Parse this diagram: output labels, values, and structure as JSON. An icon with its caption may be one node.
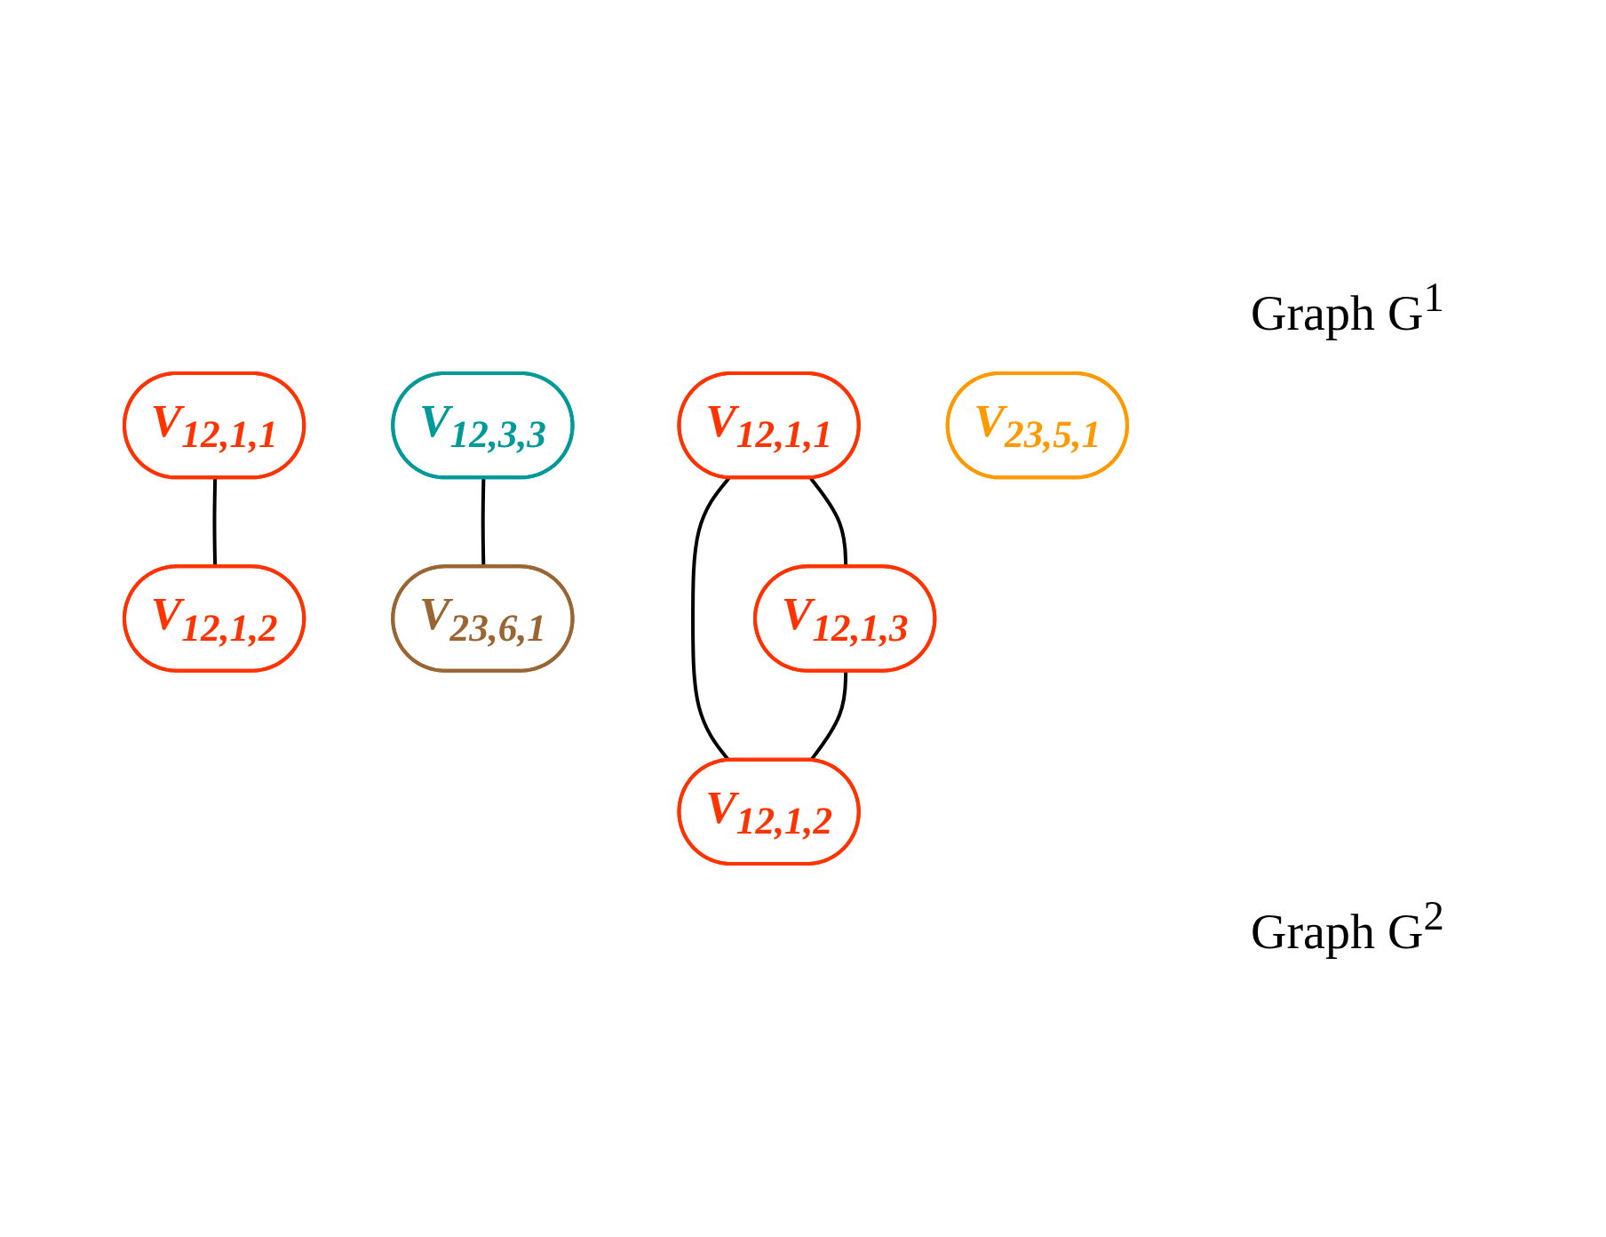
{
  "diagram": {
    "nodes": [
      {
        "text": [
          "V$_{12,1,1}$"
        ]
      },
      {
        "text": [
          "V$_{12,1,2}$"
        ]
      },
      {
        "text": [
          "V$_{23,6,1}$"
        ]
      },
      {
        "text": [
          "V$_{12,3,3}$"
        ]
      },
      {
        "text": [
          "V$_{12,1,1}$"
        ]
      },
      {
        "text": [
          "V$_{23,5,1}$"
        ]
      },
      {
        "text": [
          "V$_{12,1,2}$"
        ]
      },
      {
        "text": [
          "V$_{12,1,3}$"
        ]
      }
    ],
    "edges": [
      {
        "from": 0,
        "to": 1,
        "arrow": "none"
      },
      {
        "from": 3,
        "to": 2,
        "arrow": "none"
      },
      {
        "from": 4,
        "to": 7,
        "arrow": "none"
      },
      {
        "from": 4,
        "to": 6,
        "arrow": "none"
      },
      {
        "from": 7,
        "to": 6,
        "arrow": "none"
      }
    ],
    "labels": [
      "Graph G$^{1}$",
      "Graph G$^{2}$"
    ]
  }
}
